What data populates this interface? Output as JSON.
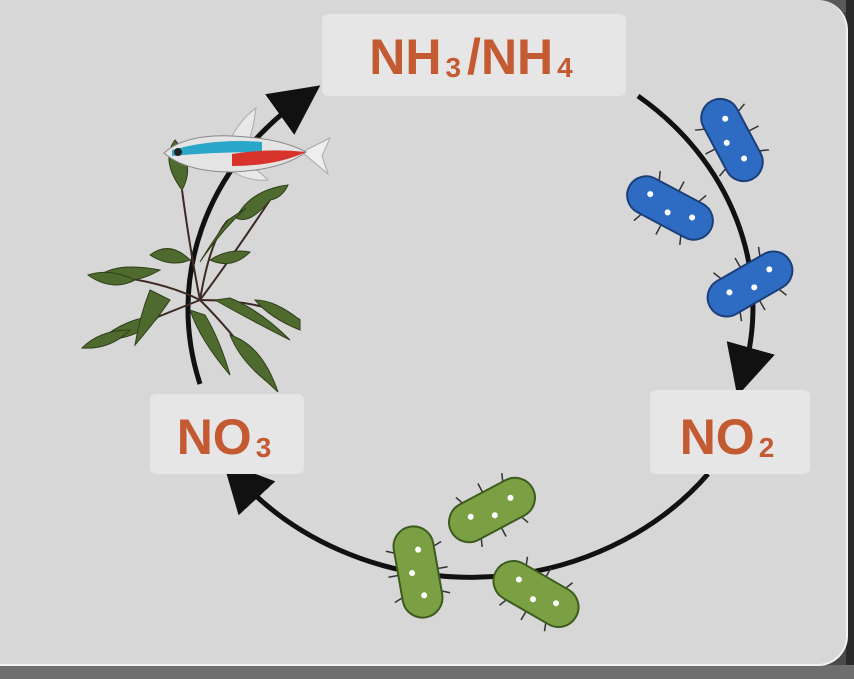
{
  "labels": {
    "ammonia": {
      "main_a": "NH",
      "sub_a": "3",
      "main_b": "/NH",
      "sub_b": "4"
    },
    "nitrite": {
      "main": "NO",
      "sub": "2"
    },
    "nitrate": {
      "main": "NO",
      "sub": "3"
    }
  },
  "colors": {
    "label_text": "#c45a32",
    "label_bg": "#e6e6e6",
    "panel_bg": "#d7d7d7",
    "arrow": "#111111",
    "bacteria_blue": "#2e6cc4",
    "bacteria_green": "#7aa043"
  },
  "icons": [
    "fish-icon",
    "plant-icon",
    "bacteria-blue-icon",
    "bacteria-green-icon",
    "arrow-icon"
  ]
}
